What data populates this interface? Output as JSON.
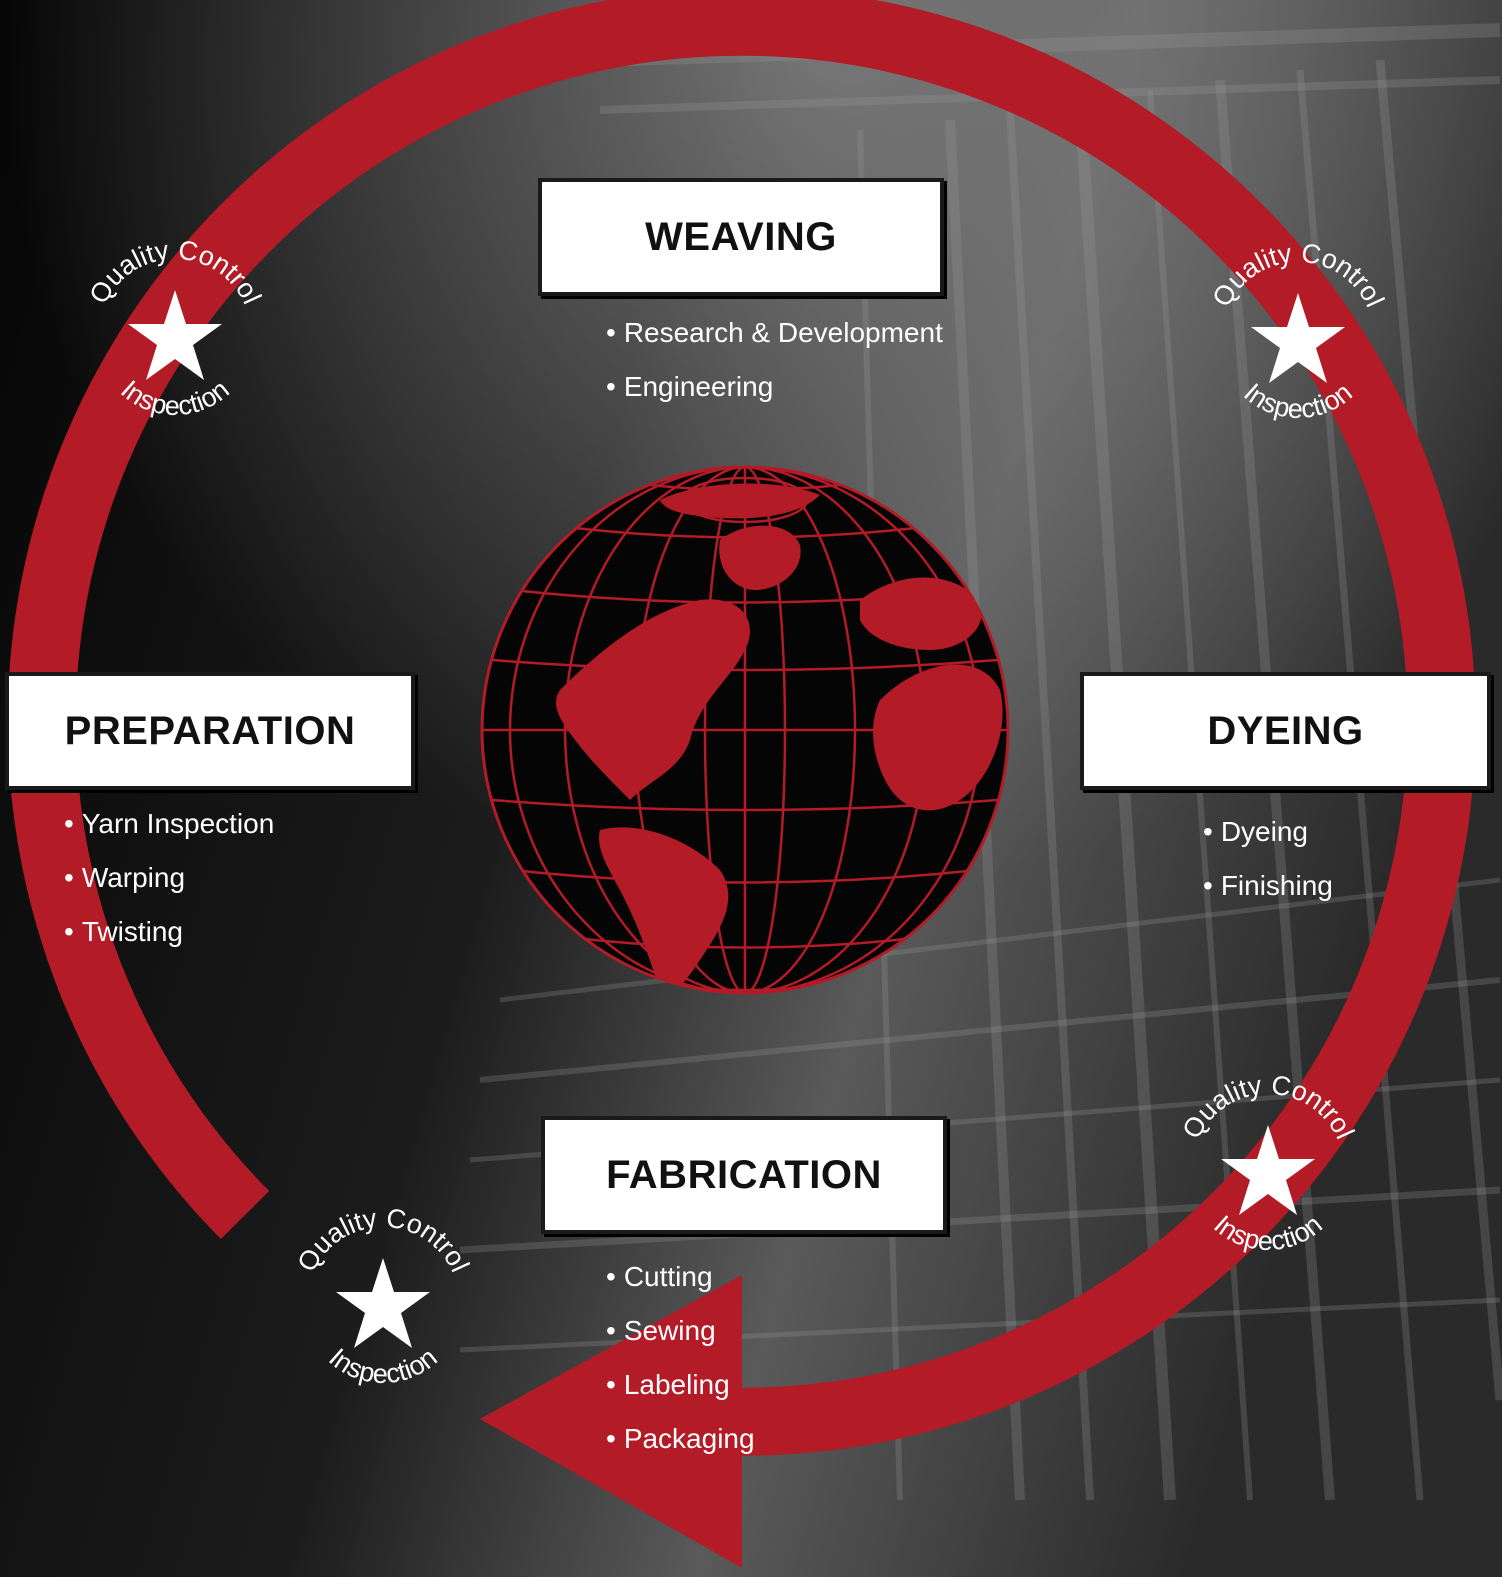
{
  "colors": {
    "accent_red": "#b31b27",
    "box_fill": "#ffffff",
    "box_border": "#1a1a1a",
    "bullet_text": "#ffffff",
    "background": "#111111"
  },
  "stages": {
    "weaving": {
      "title": "WEAVING",
      "items": [
        "Research & Development",
        "Engineering"
      ]
    },
    "dyeing": {
      "title": "DYEING",
      "items": [
        "Dyeing",
        "Finishing"
      ]
    },
    "fabrication": {
      "title": "FABRICATION",
      "items": [
        "Cutting",
        "Sewing",
        "Labeling",
        "Packaging"
      ]
    },
    "preparation": {
      "title": "PREPARATION",
      "items": [
        "Yarn Inspection",
        "Warping",
        "Twisting"
      ]
    }
  },
  "quality_control": {
    "top_text": "Quality Control",
    "bottom_text": "Inspection",
    "icon": "star-icon"
  },
  "center_icon": "globe-icon",
  "cycle_icon": "circular-arrow-icon"
}
